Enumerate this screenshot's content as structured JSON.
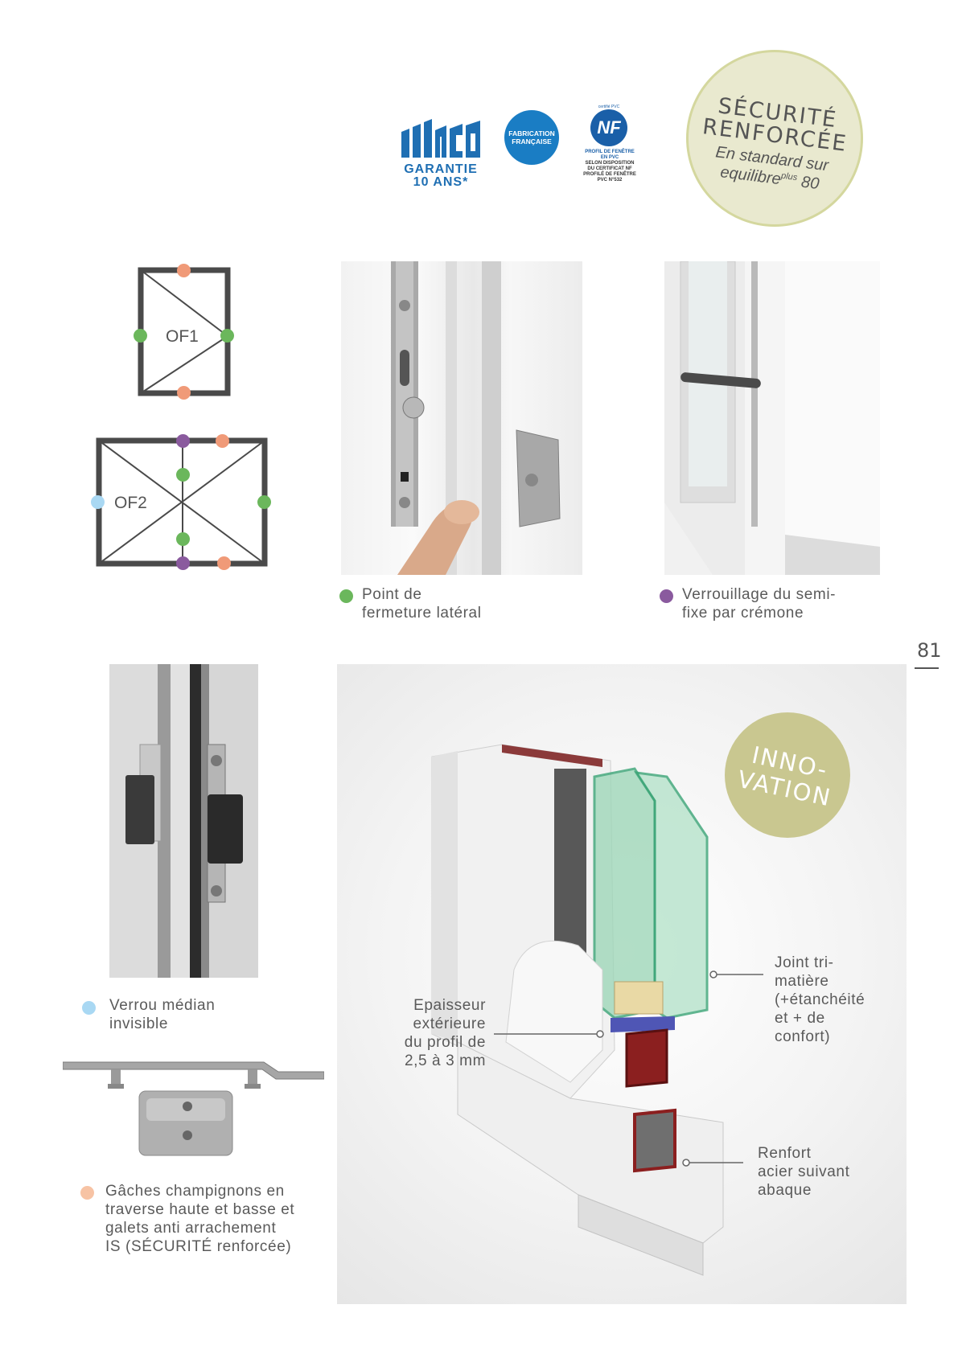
{
  "logos": {
    "maco_name": "maco",
    "maco_guarantee_line1": "GARANTIE",
    "maco_guarantee_line2": "10 ANS*",
    "fab_line1": "FABRICATION",
    "fab_line2": "FRANÇAISE",
    "nf_mark": "NF",
    "nf_arc": "certifié PVC",
    "nf_lines": [
      "PROFIL DE FENÊTRE",
      "EN PVC",
      "SELON DISPOSITION",
      "DU CERTIFICAT NF",
      "PROFILÉ DE FENÊTRE",
      "PVC N°532"
    ]
  },
  "securite_badge": {
    "line1": "SÉCURITÉ",
    "line2": "RENFORCÉE",
    "line3": "En standard sur",
    "line4_main": "equilibre",
    "line4_sup": "plus",
    "line4_end": "80"
  },
  "diagrams": {
    "of1_label": "OF1",
    "of2_label": "OF2"
  },
  "captions": {
    "point_fermeture_l1": "Point de",
    "point_fermeture_l2": "fermeture latéral",
    "verrouillage_l1": "Verrouillage du semi-",
    "verrouillage_l2": "fixe par crémone",
    "verrou_l1": "Verrou médian",
    "verrou_l2": "invisible",
    "gaches_l1": "Gâches champignons en",
    "gaches_l2": "traverse haute et basse et",
    "gaches_l3": "galets anti arrachement",
    "gaches_l4": "IS (SÉCURITÉ renforcée)"
  },
  "page_number": "81",
  "innovation_badge": {
    "line1": "INNO-",
    "line2": "VATION"
  },
  "profile_callouts": {
    "epaisseur_l1": "Epaisseur",
    "epaisseur_l2": "extérieure",
    "epaisseur_l3": "du profil de",
    "epaisseur_l4": "2,5 à 3 mm",
    "joint_l1": "Joint tri-",
    "joint_l2": "matière",
    "joint_l3": "(+étanchéité",
    "joint_l4": "et + de",
    "joint_l5": "confort)",
    "renfort_l1": "Renfort",
    "renfort_l2": "acier suivant",
    "renfort_l3": "abaque"
  },
  "colors": {
    "green_dot": "#6bb75c",
    "orange_dot": "#f09a78",
    "purple_dot": "#8a5a9e",
    "blue_dot": "#a9d8f3",
    "badge_fill": "#e6e6c6",
    "badge_border": "#cfd29a",
    "innovation_fill": "#c9c790",
    "maco_blue": "#1f6fb3"
  }
}
